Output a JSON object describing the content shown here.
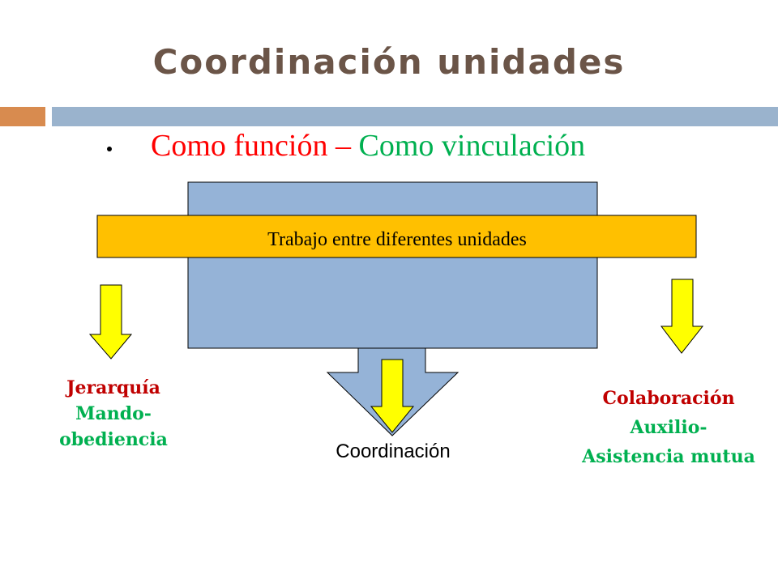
{
  "slide": {
    "title": "Coordinación unidades",
    "subtitle_part1": "Como función – ",
    "subtitle_part2": "Como vinculación"
  },
  "diagram": {
    "band_text": "Trabajo entre diferentes unidades",
    "left": {
      "line1": "Jerarquía",
      "line2": "Mando-",
      "line3": "obediencia"
    },
    "center": {
      "label": "Coordinación"
    },
    "right": {
      "line1": "Colaboración",
      "line2": "Auxilio-",
      "line3": "Asistencia mutua"
    }
  },
  "colors": {
    "title": "#6b5548",
    "accent_orange": "#d88b4f",
    "accent_blue": "#9ab3cd",
    "box_blue": "#95b3d7",
    "band_yellow": "#ffc000",
    "arrow_yellow": "#ffff00",
    "red": "#c00000",
    "green": "#00b050"
  }
}
